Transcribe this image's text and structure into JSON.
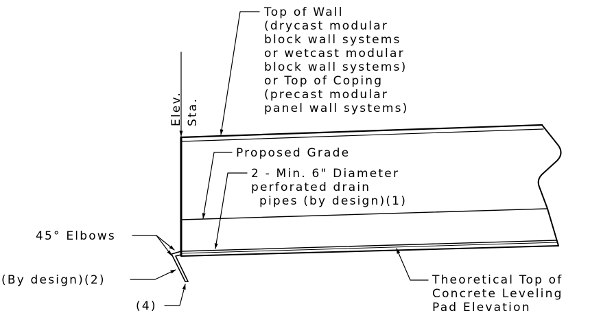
{
  "labels": {
    "top_of_wall": [
      "Top of Wall",
      "(drycast modular",
      "block wall systems",
      "or wetcast modular",
      "block wall systems)",
      "or Top of Coping",
      "(precast modular",
      "panel wall systems)"
    ],
    "elev": "Elev.",
    "sta": "Sta.",
    "proposed_grade": "Proposed Grade",
    "drain_pipes": [
      "2 - Min. 6\" Diameter",
      "perforated drain",
      "pipes (by design)(1)"
    ],
    "elbows": "45° Elbows",
    "by_design": "(By design)(2)",
    "note_4": "(4)",
    "leveling_pad": [
      "Theoretical Top of",
      "Concrete Leveling",
      "Pad Elevation"
    ]
  },
  "colors": {
    "line": "#000000",
    "background": "#ffffff"
  }
}
